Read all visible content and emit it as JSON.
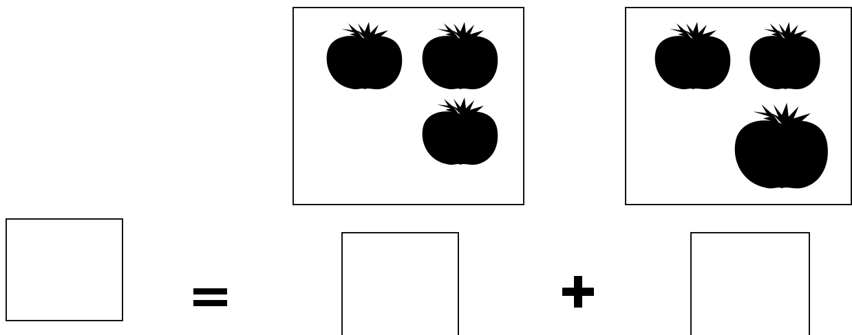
{
  "worksheet": {
    "groups": [
      {
        "name": "left-group",
        "tomato_count": 3
      },
      {
        "name": "right-group",
        "tomato_count": 3
      }
    ],
    "equation": {
      "answer_boxes": [
        "total",
        "first-addend",
        "second-addend"
      ],
      "operators": [
        "=",
        "+"
      ]
    }
  },
  "icons": {
    "tomato": "tomato-icon",
    "equals": "equals-icon",
    "plus": "plus-icon"
  },
  "colors": {
    "stroke": "#111111",
    "background": "#ffffff",
    "operator": "#000000"
  }
}
